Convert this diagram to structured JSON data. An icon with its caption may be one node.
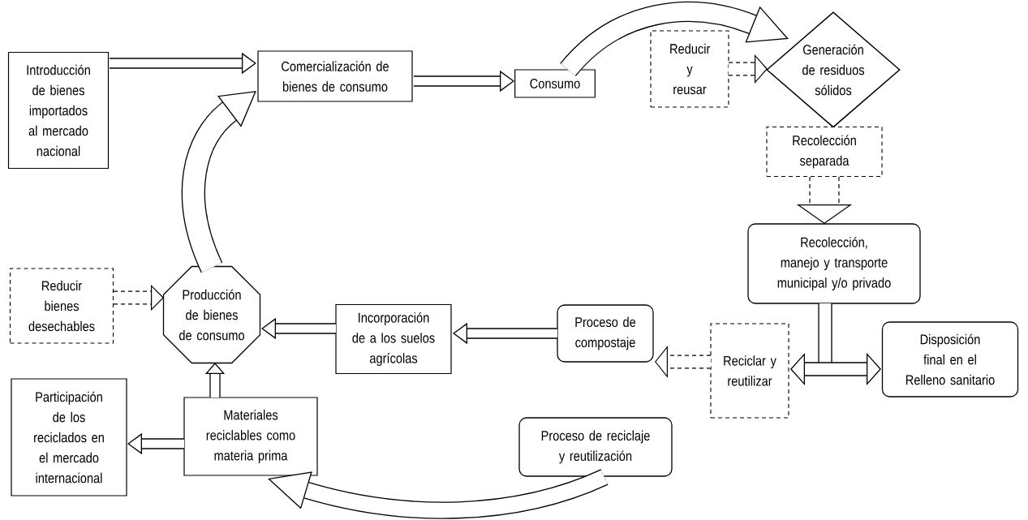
{
  "diagram": {
    "nodes": [
      {
        "text": [
          "Introducción de bienes importados al mercado nacional"
        ]
      },
      {
        "text": [
          "Comercialización de bienes de consumo"
        ]
      },
      {
        "text": [
          "Consumo"
        ]
      },
      {
        "text": [
          "Reducir y reusar"
        ]
      },
      {
        "text": [
          "Generación de residuos sólidos"
        ]
      },
      {
        "text": [
          "Recolección separada"
        ]
      },
      {
        "text": [
          "Recolección, manejo y transporte municipal y/o privado"
        ]
      },
      {
        "text": [
          "Disposición final en el Relleno sanitario"
        ]
      },
      {
        "text": [
          "Reciclar y reutilizar"
        ]
      },
      {
        "text": [
          "Proceso de compostaje"
        ]
      },
      {
        "text": [
          "Incorporación de a los suelos agrícolas"
        ]
      },
      {
        "text": [
          "Producción de bienes de consumo"
        ]
      },
      {
        "text": [
          "Reducir bienes desechables"
        ]
      },
      {
        "text": [
          "Participación de los reciclados en el mercado internacional"
        ]
      },
      {
        "text": [
          "Materiales reciclables como materia prima"
        ]
      },
      {
        "text": [
          "Proceso de reciclaje y reutilización"
        ]
      }
    ],
    "edges": [
      {
        "from": 0,
        "to": 1,
        "arrow": "to"
      },
      {
        "from": 11,
        "to": 1,
        "arrow": "to"
      },
      {
        "from": 1,
        "to": 2,
        "arrow": "to"
      },
      {
        "from": 2,
        "to": 4,
        "arrow": "to"
      },
      {
        "from": 3,
        "to": 4,
        "arrow": "to",
        "style": "dashed"
      },
      {
        "from": 5,
        "to": 6,
        "arrow": "to",
        "style": "dashed"
      },
      {
        "from": 6,
        "to": 7,
        "arrow": "to"
      },
      {
        "from": 6,
        "to": 8,
        "arrow": "to"
      },
      {
        "from": 8,
        "to": 9,
        "arrow": "to",
        "style": "dashed"
      },
      {
        "from": 9,
        "to": 10,
        "arrow": "to"
      },
      {
        "from": 10,
        "to": 11,
        "arrow": "to"
      },
      {
        "from": 12,
        "to": 11,
        "arrow": "to",
        "style": "dashed"
      },
      {
        "from": 14,
        "to": 11,
        "arrow": "to"
      },
      {
        "from": 14,
        "to": 13,
        "arrow": "to"
      },
      {
        "from": 15,
        "to": 14,
        "arrow": "to"
      }
    ]
  }
}
